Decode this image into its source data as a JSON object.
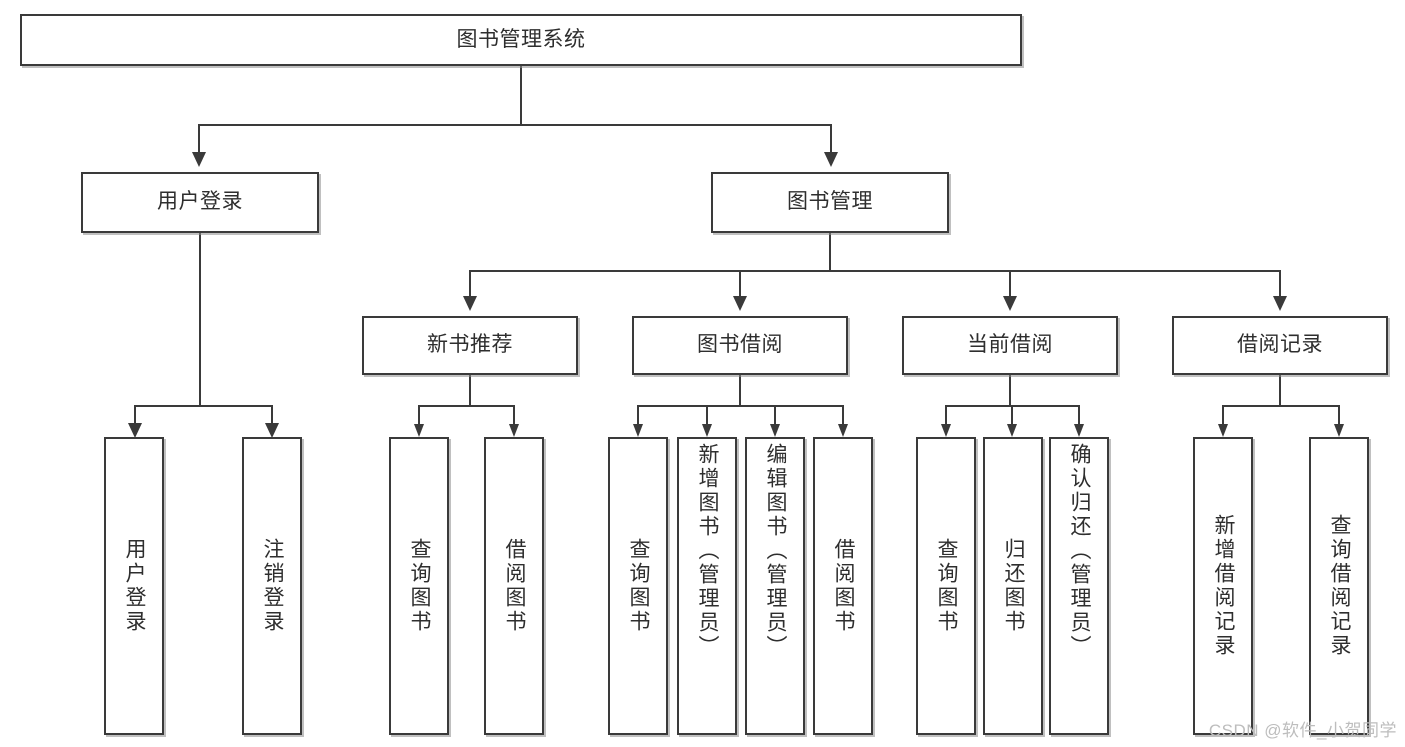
{
  "diagram": {
    "title": "图书管理系统",
    "type": "功能结构图",
    "root": {
      "label": "图书管理系统"
    },
    "level1": [
      {
        "label": "用户登录"
      },
      {
        "label": "图书管理"
      }
    ],
    "level2": [
      {
        "label": "新书推荐",
        "parent": "图书管理"
      },
      {
        "label": "图书借阅",
        "parent": "图书管理"
      },
      {
        "label": "当前借阅",
        "parent": "图书管理"
      },
      {
        "label": "借阅记录",
        "parent": "图书管理"
      }
    ],
    "leaves": {
      "user_login": [
        {
          "label": "用户登录"
        },
        {
          "label": "注销登录"
        }
      ],
      "new_book_recommend": [
        {
          "label": "查询图书"
        },
        {
          "label": "借阅图书"
        }
      ],
      "book_borrow": [
        {
          "label": "查询图书"
        },
        {
          "label": "新增图书（管理员）"
        },
        {
          "label": "编辑图书（管理员）"
        },
        {
          "label": "借阅图书"
        }
      ],
      "current_borrow": [
        {
          "label": "查询图书"
        },
        {
          "label": "归还图书"
        },
        {
          "label": "确认归还（管理员）"
        }
      ],
      "borrow_record": [
        {
          "label": "新增借阅记录"
        },
        {
          "label": "查询借阅记录"
        }
      ]
    }
  },
  "watermark": {
    "text": "CSDN @软件_小贺同学"
  },
  "colors": {
    "stroke": "#3a3a3a",
    "background": "#ffffff",
    "text": "#2e2e2e",
    "watermark": "#bdbdbd"
  }
}
